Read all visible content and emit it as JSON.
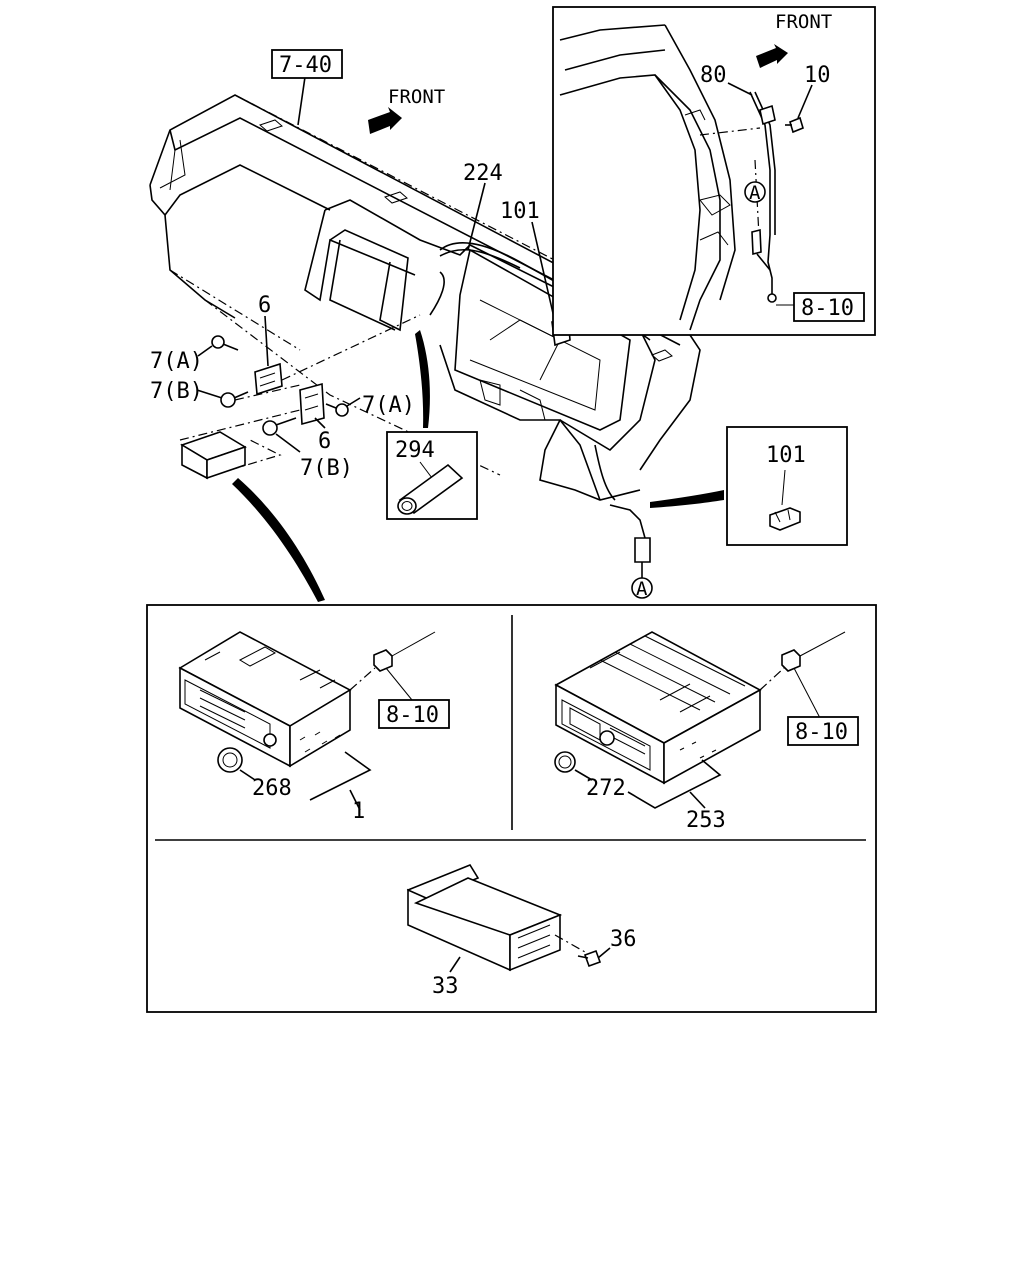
{
  "labels": {
    "ref_7_40": "7-40",
    "front_main": "FRONT",
    "front_inset": "FRONT",
    "p224": "224",
    "p101": "101",
    "p6_top": "6",
    "p6_bottom": "6",
    "p7a_left": "7(A)",
    "p7b_left": "7(B)",
    "p7a_right": "7(A)",
    "p7b_bottom": "7(B)",
    "p294": "294",
    "p101_detail": "101",
    "p80": "80",
    "p10": "10",
    "ref_8_10_inset": "8-10",
    "circle_a_inset": "A",
    "circle_a_main": "A",
    "ref_8_10_left": "8-10",
    "ref_8_10_right": "8-10",
    "p268": "268",
    "p1": "1",
    "p272": "272",
    "p253": "253",
    "p36": "36",
    "p33": "33"
  }
}
